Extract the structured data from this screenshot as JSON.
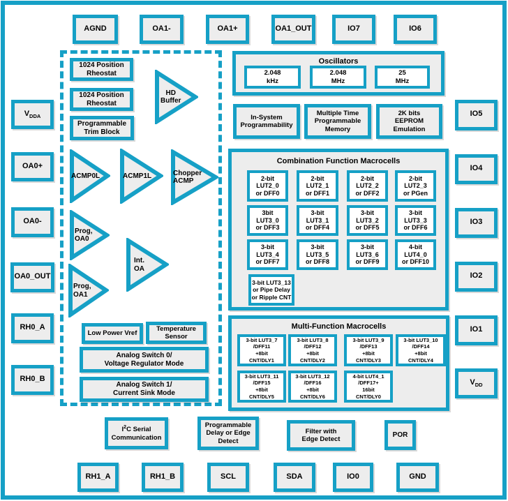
{
  "colors": {
    "teal": "#16a0c6",
    "fill": "#ededed",
    "cellbg": "#ffffff",
    "txt": "#000000"
  },
  "pins": {
    "top": [
      "AGND",
      "OA1-",
      "OA1+",
      "OA1_OUT",
      "IO7",
      "IO6"
    ],
    "left_vdda": {
      "base": "V",
      "sub": "DDA"
    },
    "left": [
      "OA0+",
      "OA0-",
      "OA0_OUT",
      "RH0_A",
      "RH0_B"
    ],
    "right": [
      "IO5",
      "IO4",
      "IO3",
      "IO2",
      "IO1"
    ],
    "right_vdd": {
      "base": "V",
      "sub": "DD"
    },
    "bottom": [
      "RH1_A",
      "RH1_B",
      "SCL",
      "SDA",
      "IO0",
      "GND"
    ]
  },
  "analog": {
    "rheostat_1": "1024 Position\nRheostat",
    "rheostat_2": "1024 Position\nRheostat",
    "trim_block": "Programmable\nTrim Block",
    "hd_buffer": "HD\nBuffer",
    "acmp0l": "ACMP0L",
    "acmp1l": "ACMP1L",
    "chopper_acmp": "Chopper\nACMP",
    "prog_oa0": "Prog,\nOA0",
    "int_oa": "Int.\nOA",
    "prog_oa1": "Prog,\nOA1",
    "low_power_vref": "Low Power Vref",
    "temperature_sensor": "Temperature\nSensor",
    "analog_switch_0": "Analog Switch 0/\nVoltage Regulator Mode",
    "analog_switch_1": "Analog Switch 1/\nCurrent Sink Mode"
  },
  "oscillators": {
    "title": "Oscillators",
    "items": [
      "2.048\nkHz",
      "2.048\nMHz",
      "25\nMHz"
    ]
  },
  "memory_row": [
    "In-System\nProgrammability",
    "Multiple Time\nProgrammable\nMemory",
    "2K bits\nEEPROM\nEmulation"
  ],
  "combination": {
    "title": "Combination Function Macrocells",
    "cells": [
      "2-bit\nLUT2_0\nor DFF0",
      "2-bit\nLUT2_1\nor DFF1",
      "2-bit\nLUT2_2\nor DFF2",
      "2-bit\nLUT2_3\nor PGen",
      "3bit\nLUT3_0\nor DFF3",
      "3-bit\nLUT3_1\nor DFF4",
      "3-bit\nLUT3_2\nor DFF5",
      "3-bit\nLUT3_3\nor DFF6",
      "3-bit\nLUT3_4\nor DFF7",
      "3-bit\nLUT3_5\nor DFF8",
      "3-bit\nLUT3_6\nor DFF9",
      "4-bit\nLUT4_0\nor DFF10",
      "3-bit LUT3_13\nor Pipe Delay\nor Ripple CNT"
    ]
  },
  "multifunction": {
    "title": "Multi-Function Macrocells",
    "cells": [
      "3-bit LUT3_7\n/DFF11\n+8bit\nCNT/DLY1",
      "3-bit LUT3_8\n/DFF12\n+8bit\nCNT/DLY2",
      "3-bit LUT3_9\n/DFF13\n+8bit\nCNT/DLY3",
      "3-bit LUT3_10\n/DFF14\n+8bit\nCNT/DLY4",
      "3-bit LUT3_11\n/DFF15\n+8bit\nCNT/DLY5",
      "3-bit LUT3_12\n/DFF16\n+8bit\nCNT/DLY6",
      "4-bit LUT4_1\n/DFF17+\n16bit\nCNT/DLY0"
    ]
  },
  "bottom_blocks": {
    "i2c": {
      "base": "I",
      "sup": "2",
      "rest": "C Serial",
      "line2": "Communication"
    },
    "prog_delay": "Programmable\nDelay or Edge\nDetect",
    "filter": "Filter with\nEdge Detect",
    "por": "POR"
  }
}
